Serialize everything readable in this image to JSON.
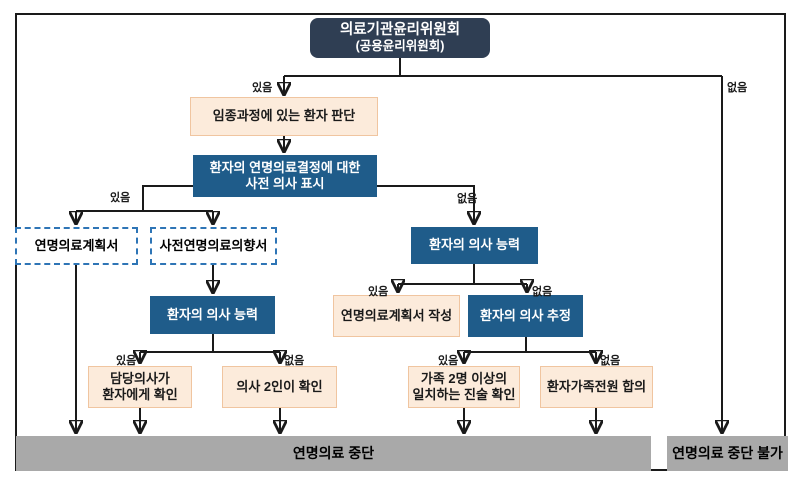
{
  "root": {
    "title": "의료기관윤리위원회",
    "subtitle": "(공용윤리위원회)"
  },
  "nodes": {
    "judge_dying": "임종과정에 있는 환자 판단",
    "advance_decl": "환자의 연명의료결정에 대한\n사전 의사 표시",
    "plan_doc": "연명의료계획서",
    "advance_directive_doc": "사전연명의료의향서",
    "capacity_left": "환자의 의사 능력",
    "capacity_right": "환자의 의사 능력",
    "write_plan": "연명의료계획서 작성",
    "estimate_intent": "환자의 의사 추정",
    "doctor_confirm": "담당의사가\n환자에게 확인",
    "two_doctors": "의사 2인이 확인",
    "family_two": "가족 2명 이상의\n일치하는 진술 확인",
    "family_all": "환자가족전원 합의",
    "stop_treatment": "연명의료 중단",
    "no_stop": "연명의료 중단 불가"
  },
  "edge_labels": {
    "committee_yes": "있음",
    "committee_no": "없음",
    "advance_yes": "있음",
    "advance_no": "없음",
    "capacity_right_yes": "있음",
    "capacity_right_no": "없음",
    "capacity_left_yes": "있음",
    "capacity_left_no": "없음",
    "estimate_yes": "있음",
    "estimate_no": "없음"
  },
  "colors": {
    "navy": "#2F3E53",
    "blue": "#1F5C8A",
    "peach_fill": "#FCEBDB",
    "peach_border": "#F0C5A0",
    "dashed_border": "#2E75B6",
    "gray_bar": "#A9A9A9",
    "line": "#1A1A1A"
  }
}
